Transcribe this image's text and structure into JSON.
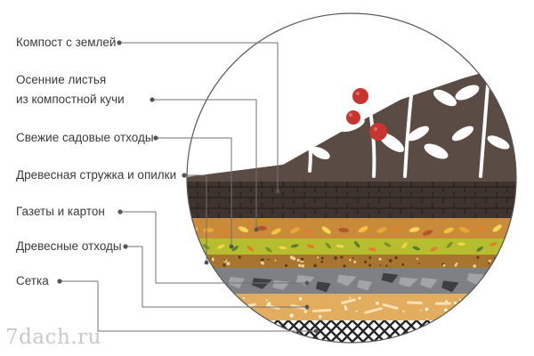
{
  "labels": {
    "compost": "Компост с землей",
    "leaves_line1": "Осенние листья",
    "leaves_line2": "из компостной кучи",
    "garden_waste": "Свежие садовые отходы",
    "wood_chips": "Древесная стружка и опилки",
    "newspapers": "Газеты и картон",
    "wood_waste": "Древесные отходы",
    "mesh": "Сетка"
  },
  "watermark": {
    "text": "7dach.ru"
  },
  "colors": {
    "compost": "#5a4b44",
    "brick_lines": "#2f2521",
    "leaves_layer": "#c98a3a",
    "garden_layer": "#b6bd2f",
    "chips_layer": "#a8752e",
    "papers_layer": "#7f8083",
    "wood_layer": "#e3ad60",
    "mesh_layer": "#262626",
    "plant": "#ffffff",
    "tomato": "#c8342f",
    "leader_line": "#707070"
  }
}
